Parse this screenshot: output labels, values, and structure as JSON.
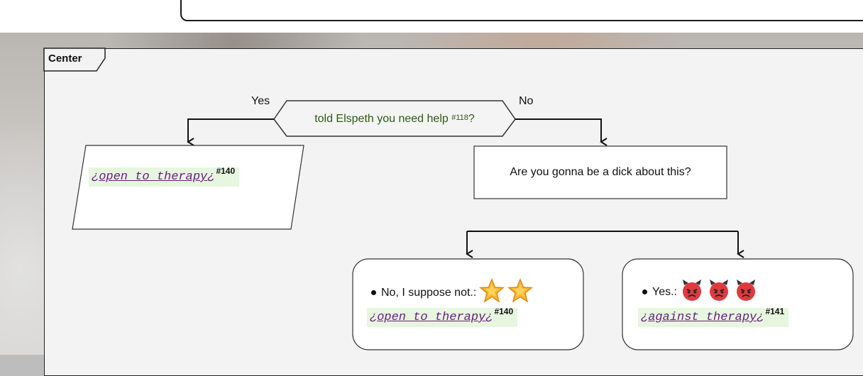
{
  "frame": {
    "title": "Center"
  },
  "decision": {
    "text": "told Elspeth you need help",
    "ref": "#118",
    "suffix": "?",
    "yes_label": "Yes",
    "no_label": "No"
  },
  "left_result": {
    "note": "open to therapy",
    "ref": "#140"
  },
  "question": {
    "text": "Are you gonna be a dick about this?"
  },
  "answers": [
    {
      "label": "No, I suppose not.:",
      "icons": [
        "star-icon",
        "star-icon"
      ],
      "note": "open to therapy",
      "ref": "#140"
    },
    {
      "label": "Yes.:",
      "icons": [
        "devil-face-icon",
        "devil-face-icon",
        "devil-face-icon"
      ],
      "note": "against therapy",
      "ref": "#141"
    }
  ],
  "markers": {
    "open": "¿",
    "close": "¿"
  }
}
